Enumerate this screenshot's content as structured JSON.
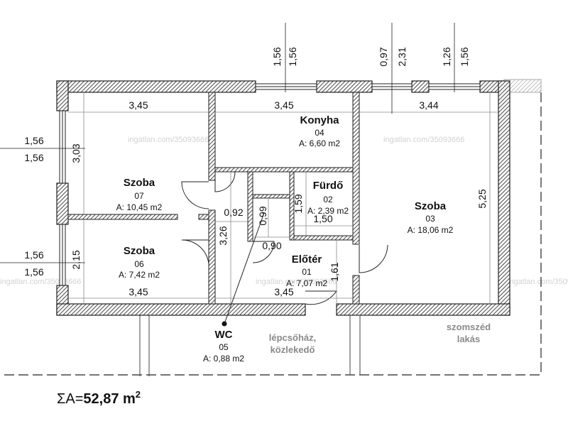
{
  "rooms": [
    {
      "name": "Konyha",
      "number": "04",
      "area": "A: 6,60 m2"
    },
    {
      "name": "Szoba",
      "number": "07",
      "area": "A: 10,45 m2"
    },
    {
      "name": "Fürdő",
      "number": "02",
      "area": "A: 2,39 m2"
    },
    {
      "name": "Szoba",
      "number": "03",
      "area": "A: 18,06 m2"
    },
    {
      "name": "Szoba",
      "number": "06",
      "area": "A: 7,42 m2"
    },
    {
      "name": "Előtér",
      "number": "01",
      "area": "A: 7,07 m2"
    },
    {
      "name": "WC",
      "number": "05",
      "area": "A: 0,88 m2"
    }
  ],
  "dimensions": {
    "top_left_width": "3,45",
    "top_mid_width": "3,45",
    "top_right_width": "3,44",
    "bottom_left_width": "3,45",
    "bottom_mid_width": "3,45",
    "room07_height": "3,03",
    "room06_height": "2,15",
    "room03_height": "5,25",
    "corridor_height": "3,26",
    "corridor_width": "0,92",
    "wc_height": "0,99",
    "wc_width": "0,90",
    "bath_height": "1,59",
    "bath_width": "1,50",
    "entry_height": "1,61",
    "window_left_top_a": "1,56",
    "window_left_top_b": "1,56",
    "window_left_bot_a": "1,56",
    "window_left_bot_b": "1,56",
    "window_top1_a": "1,56",
    "window_top1_b": "1,56",
    "window_top2_a": "0,97",
    "window_top2_b": "2,31",
    "window_top3_a": "1,26",
    "window_top3_b": "1,56"
  },
  "labels": {
    "stairwell_line1": "lépcsőház,",
    "stairwell_line2": "közlekedő",
    "neighbor_line1": "szomszéd",
    "neighbor_line2": "lakás"
  },
  "watermark": "ingatlan.com/35093666",
  "total": {
    "prefix": "ΣA=",
    "value": "52,87 m",
    "exponent": "2"
  },
  "colors": {
    "wall_hatch": "#555555",
    "line": "#222222",
    "dim_gray": "#8a8a8a"
  }
}
